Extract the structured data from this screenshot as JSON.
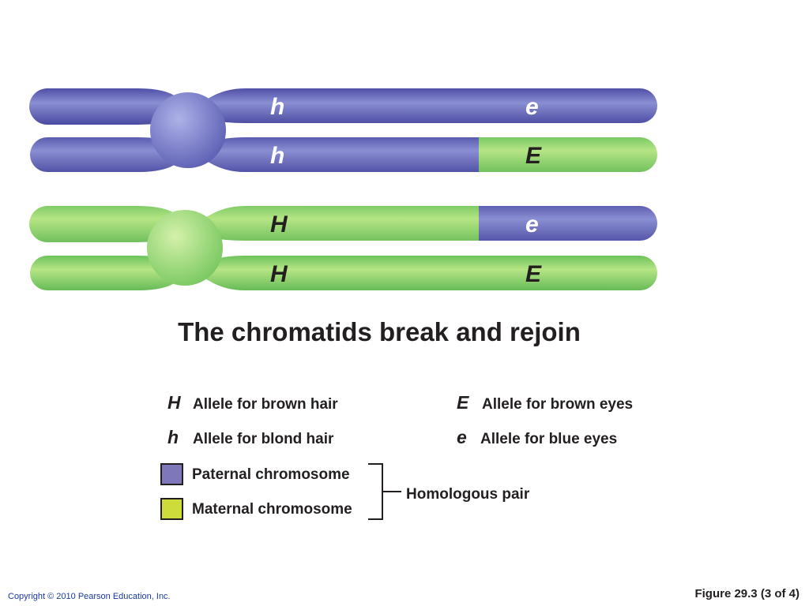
{
  "chromosomes": [
    {
      "parent": "paternal",
      "chromatids": [
        {
          "segments": [
            "paternal"
          ],
          "labels": [
            "h",
            "e"
          ]
        },
        {
          "segments": [
            "paternal",
            "maternal"
          ],
          "labels": [
            "h",
            "E"
          ]
        }
      ]
    },
    {
      "parent": "maternal",
      "chromatids": [
        {
          "segments": [
            "maternal",
            "paternal"
          ],
          "labels": [
            "H",
            "e"
          ]
        },
        {
          "segments": [
            "maternal"
          ],
          "labels": [
            "H",
            "E"
          ]
        }
      ]
    }
  ],
  "colors": {
    "paternal": "#7b7fc8",
    "paternal_dark": "#4f4fa6",
    "paternal_light": "#a5a9e2",
    "maternal": "#a6dd6e",
    "maternal_dark": "#6fc05a",
    "maternal_light": "#cdeea4",
    "swatch_paternal": "#7e78bb",
    "swatch_maternal": "#cddc3a"
  },
  "caption": "The chromatids break and rejoin",
  "legend": {
    "H": {
      "symbol": "H",
      "text": "Allele for brown hair"
    },
    "h": {
      "symbol": "h",
      "text": "Allele for blond hair"
    },
    "E": {
      "symbol": "E",
      "text": "Allele for brown eyes"
    },
    "e": {
      "symbol": "e",
      "text": "Allele for blue eyes"
    },
    "paternal": "Paternal chromosome",
    "maternal": "Maternal chromosome",
    "homologous": "Homologous pair"
  },
  "footer": {
    "copyright": "Copyright © 2010 Pearson Education, Inc.",
    "figure": "Figure 29.3 (3 of 4)"
  }
}
